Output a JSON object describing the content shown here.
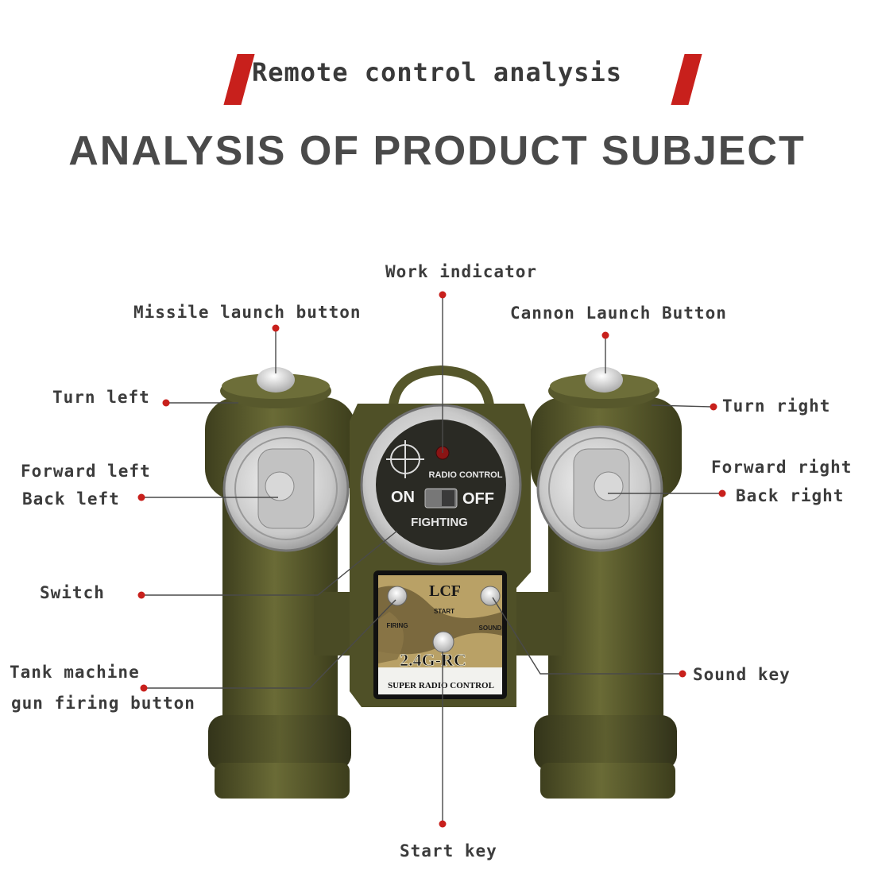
{
  "header": {
    "subtitle": "Remote control analysis",
    "title": "ANALYSIS OF PRODUCT SUBJECT"
  },
  "colors": {
    "accent_red": "#c8201c",
    "body_olive": "#56582c",
    "text": "#3c3c3c"
  },
  "labels": {
    "work_indicator": "Work indicator",
    "missile_launch": "Missile launch button",
    "cannon_launch": "Cannon Launch Button",
    "turn_left": "Turn left",
    "turn_right": "Turn right",
    "forward_left": "Forward left",
    "back_left": "Back left",
    "forward_right": "Forward right",
    "back_right": "Back right",
    "switch": "Switch",
    "tank_mg_1": "Tank machine",
    "tank_mg_2": "gun firing button",
    "sound_key": "Sound key",
    "start_key": "Start key"
  },
  "device": {
    "radio_control": "RADIO CONTROL",
    "on": "ON",
    "off": "OFF",
    "fighting": "FIGHTING",
    "brand": "LCF",
    "start": "START",
    "firing": "FIRING",
    "sound": "SOUND",
    "frequency": "2.4G-RC",
    "super_radio": "SUPER RADIO CONTROL"
  }
}
